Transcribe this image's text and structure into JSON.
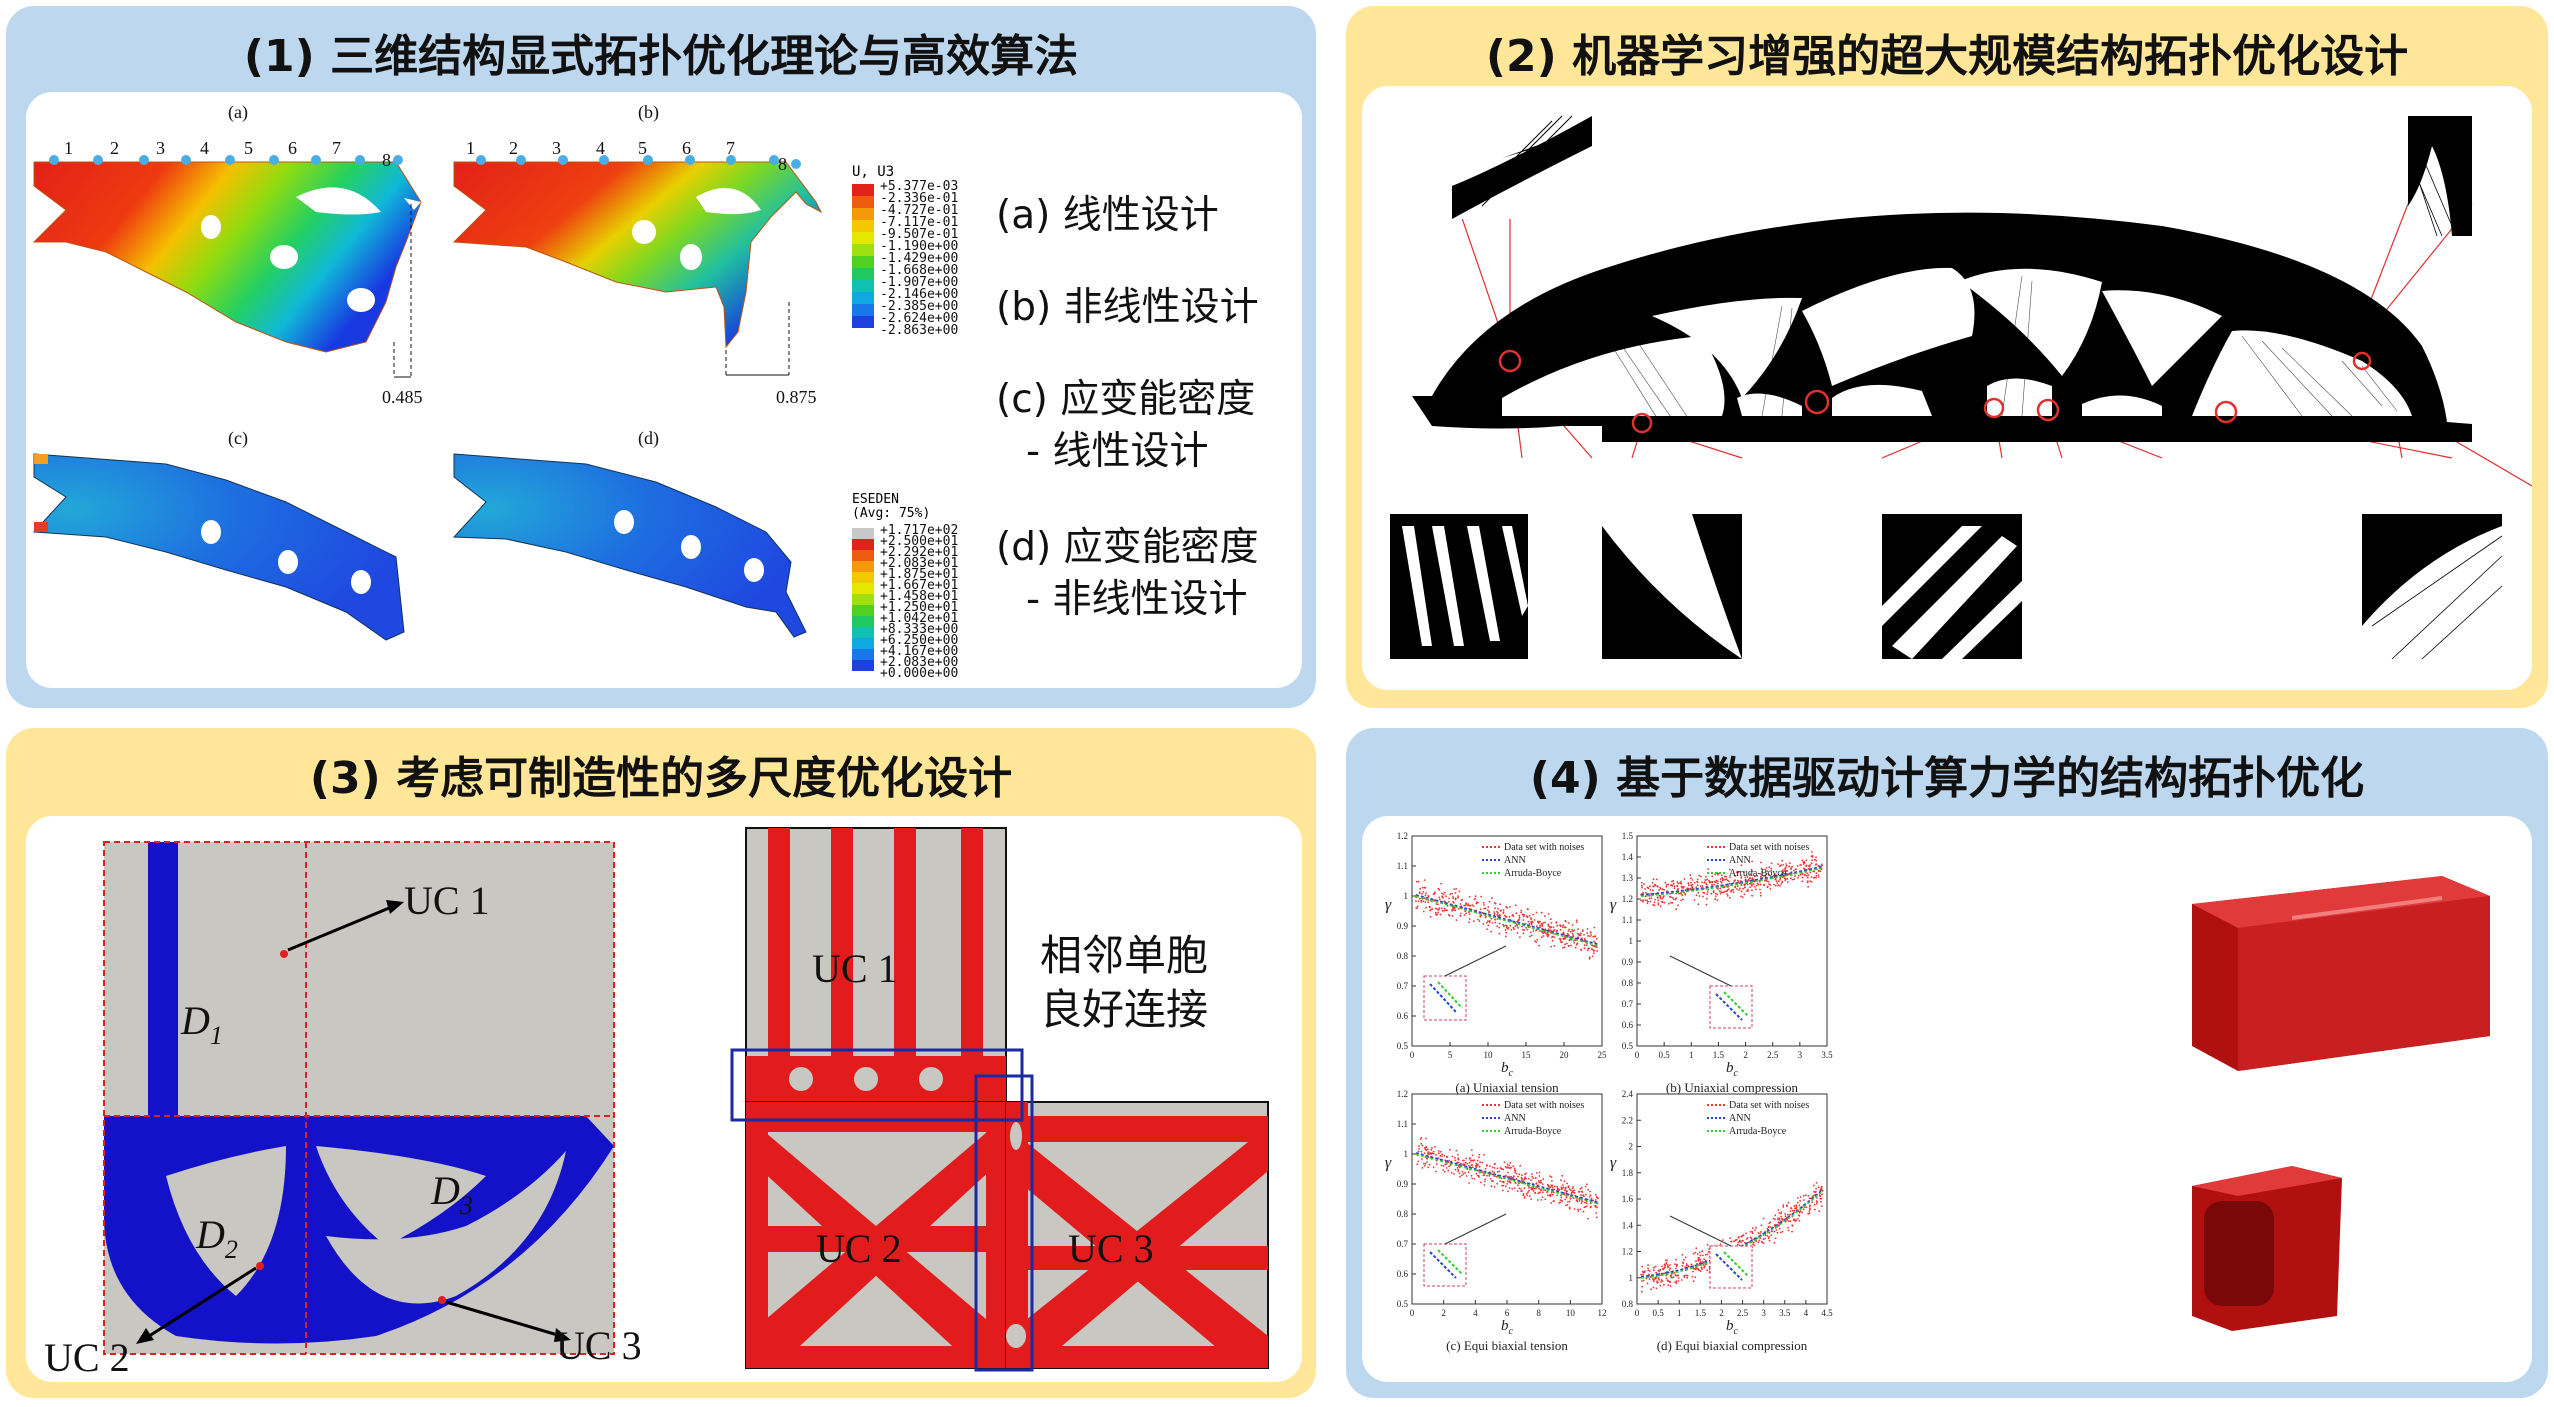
{
  "panel1": {
    "title": "(1) 三维结构显式拓扑优化理论与高效算法",
    "sub_a": "(a)",
    "sub_b": "(b)",
    "sub_c": "(c)",
    "sub_d": "(d)",
    "nodes": [
      "1",
      "2",
      "3",
      "4",
      "5",
      "6",
      "7",
      "8"
    ],
    "dim_a": "0.485",
    "dim_b": "0.875",
    "cbar1_title": "U, U3",
    "cbar1_labels": [
      "+5.377e-03",
      "-2.336e-01",
      "-4.727e-01",
      "-7.117e-01",
      "-9.507e-01",
      "-1.190e+00",
      "-1.429e+00",
      "-1.668e+00",
      "-1.907e+00",
      "-2.146e+00",
      "-2.385e+00",
      "-2.624e+00",
      "-2.863e+00"
    ],
    "cbar2_title": "ESEDEN",
    "cbar2_sub": "(Avg: 75%)",
    "cbar2_labels": [
      "+1.717e+02",
      "+2.500e+01",
      "+2.292e+01",
      "+2.083e+01",
      "+1.875e+01",
      "+1.667e+01",
      "+1.458e+01",
      "+1.250e+01",
      "+1.042e+01",
      "+8.333e+00",
      "+6.250e+00",
      "+4.167e+00",
      "+2.083e+00",
      "+0.000e+00"
    ],
    "legend": [
      "(a) 线性设计",
      "(b) 非线性设计",
      "(c) 应变能密度",
      "  - 线性设计",
      "(d) 应变能密度",
      "  - 非线性设计"
    ]
  },
  "panel2": {
    "title": "(2) 机器学习增强的超大规模结构拓扑优化设计"
  },
  "panel3": {
    "title": "(3) 考虑可制造性的多尺度优化设计",
    "uc1": "UC 1",
    "uc2": "UC 2",
    "uc3": "UC 3",
    "d1": "D",
    "d1s": "1",
    "d2": "D",
    "d2s": "2",
    "d3": "D",
    "d3s": "3",
    "note1": "相邻单胞",
    "note2": "良好连接"
  },
  "panel4": {
    "title": "(4) 基于数据驱动计算力学的结构拓扑优化",
    "legend": [
      "Data set with noises",
      "ANN",
      "Arruda-Boyce"
    ],
    "ylabel": "γ",
    "xlabel": "b",
    "xlabel_sub": "c",
    "captions": [
      "(a) Uniaxial tension",
      "(b) Uniaxial compression",
      "(c) Equi biaxial tension",
      "(d) Equi biaxial compression"
    ],
    "ticks_a_x": [
      "0",
      "5",
      "10",
      "15",
      "20",
      "25"
    ],
    "ticks_a_y": [
      "0.5",
      "0.6",
      "0.7",
      "0.8",
      "0.9",
      "1",
      "1.1",
      "1.2"
    ],
    "ticks_b_x": [
      "0",
      "0.5",
      "1",
      "1.5",
      "2",
      "2.5",
      "3",
      "3.5"
    ],
    "ticks_b_y": [
      "0.5",
      "0.6",
      "0.7",
      "0.8",
      "0.9",
      "1",
      "1.1",
      "1.2",
      "1.3",
      "1.4",
      "1.5"
    ],
    "ticks_c_x": [
      "0",
      "2",
      "4",
      "6",
      "8",
      "10",
      "12"
    ],
    "ticks_c_y": [
      "0.5",
      "0.6",
      "0.7",
      "0.8",
      "0.9",
      "1",
      "1.1",
      "1.2"
    ],
    "ticks_d_x": [
      "0",
      "0.5",
      "1",
      "1.5",
      "2",
      "2.5",
      "3",
      "3.5",
      "4",
      "4.5"
    ],
    "ticks_d_y": [
      "0.8",
      "1",
      "1.2",
      "1.4",
      "1.6",
      "1.8",
      "2",
      "2.2",
      "2.4"
    ],
    "colors": {
      "data": "#e33",
      "ann": "#2244dd",
      "ab": "#33cc33"
    }
  }
}
